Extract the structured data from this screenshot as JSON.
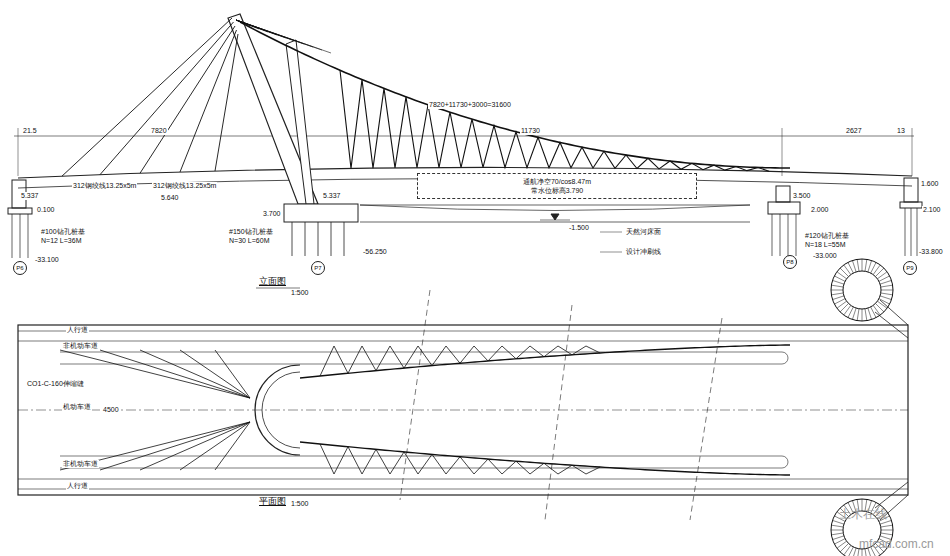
{
  "diagram": {
    "nodes": [
      {
        "text": [
          "P6"
        ]
      },
      {
        "text": [
          "P7"
        ]
      },
      {
        "text": [
          "P8"
        ]
      },
      {
        "text": [
          "P9"
        ]
      },
      {
        "text": [
          "通航净空70/cos8.47m",
          "常水位标高3.790"
        ]
      }
    ],
    "labels": [
      "7820+11730+3000=31600",
      "21.5",
      "7820",
      "11730",
      "2627",
      "13",
      "312钢绞线13.25x5m",
      "312钢绞线13.25x5m",
      "5.640",
      "5.337",
      "0.100",
      "#100钻孔桩基",
      "N=12 L=36M",
      "-33.100",
      "5.337",
      "3.700",
      "#150钻孔桩基",
      "N=30 L=60M",
      "-56.250",
      "-1.500",
      "天然河床面",
      "设计冲刷线",
      "3.500",
      "2.000",
      "#120钻孔桩基",
      "N=18 L=55M",
      "-33.000",
      "1.600",
      "2.100",
      "-33.800",
      "立面图",
      "1:500",
      "人行道",
      "非机动车道",
      "CO1-C-160伸缩缝",
      "机动车道",
      "4500",
      "非机动车道",
      "人行道",
      "平面图",
      "1:500",
      "土木在线",
      "mfcad.com.cn"
    ]
  }
}
